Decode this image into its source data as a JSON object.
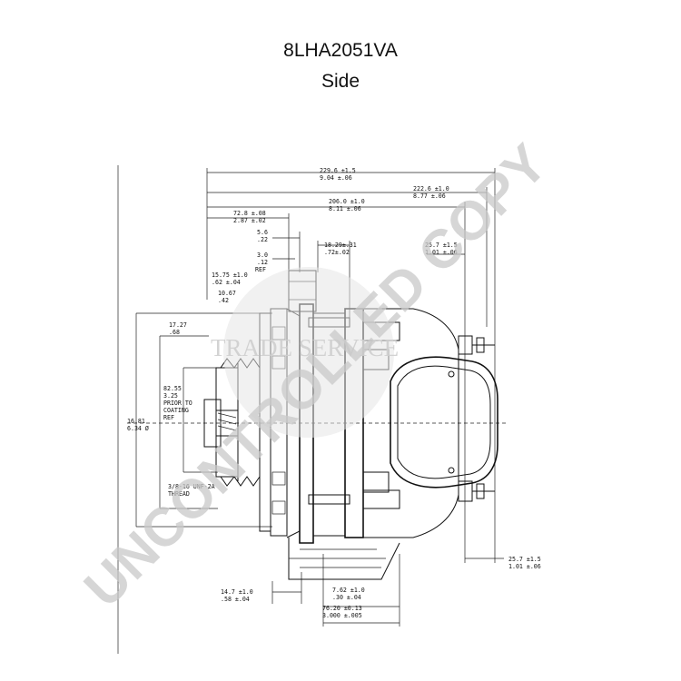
{
  "title": "8LHA2051VA",
  "subtitle": "Side",
  "watermark": {
    "main": "UNCONTROLLED COPY",
    "center": "TRADE SERVICE",
    "color": "#c9c9c9"
  },
  "dimensions": {
    "d229": [
      "229.6 ±1.5",
      "9.04 ±.06"
    ],
    "d222": [
      "222.6 ±1.0",
      "8.77 ±.06"
    ],
    "d206": [
      "206.0 ±1.0",
      "8.11 ±.06"
    ],
    "d72": [
      "72.8 ±.08",
      "2.87 ±.02"
    ],
    "d5": [
      "5.6",
      ".22"
    ],
    "d3": [
      "3.0",
      ".12",
      "REF"
    ],
    "d18": [
      "18.29±.31",
      ".72±.02"
    ],
    "d25a": [
      "25.7 ±1.5",
      "1.01 ±.06"
    ],
    "d15": [
      "15.75 ±1.0",
      ".62 ±.04"
    ],
    "d10": [
      "10.67",
      ".42"
    ],
    "d17": [
      "17.27",
      ".68"
    ],
    "d82": [
      "82.55",
      "3.25",
      "PRIOR TO",
      "COATING",
      "REF"
    ],
    "d161": [
      "16.81",
      "6.34 Ø"
    ],
    "thread": [
      "3/8-16 UNF-2A",
      "THREAD"
    ],
    "d25b": [
      "25.7 ±1.5",
      "1.01 ±.06"
    ],
    "d14": [
      "14.7 ±1.0",
      ".58 ±.04"
    ],
    "d7": [
      "7.62 ±1.0",
      ".30 ±.04"
    ],
    "d76": [
      "76.20 ±0.13",
      "3.000 ±.005"
    ]
  }
}
